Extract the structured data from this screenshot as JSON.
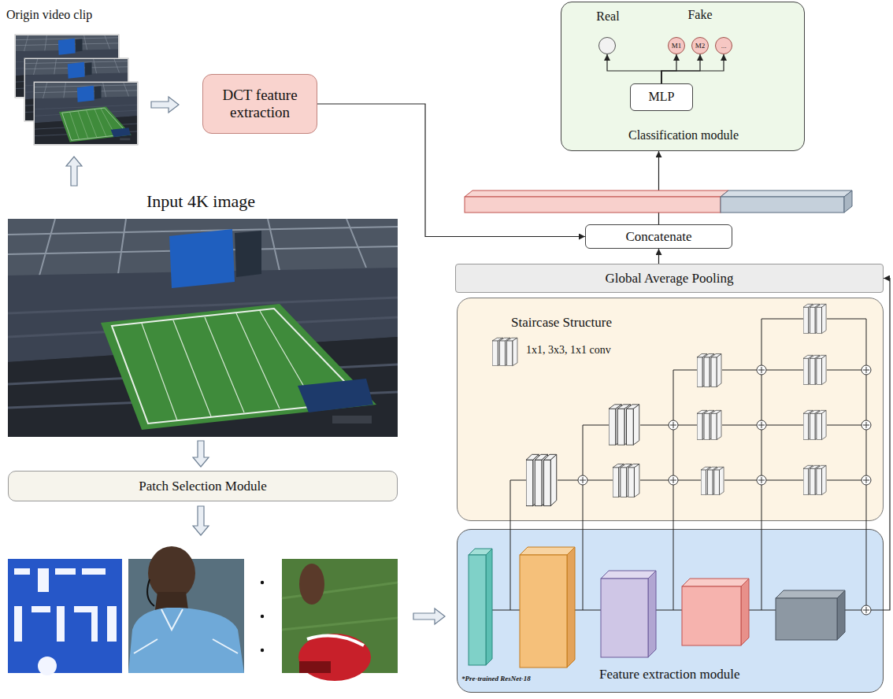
{
  "diagram": {
    "nodes": [
      {
        "text": [
          "Classification module"
        ]
      },
      {
        "text": [
          "Real"
        ],
        "in": 0
      },
      {
        "text": [
          "M1"
        ],
        "in": 0
      },
      {
        "text": [
          "M2"
        ],
        "in": 0
      },
      {
        "text": [
          "..."
        ],
        "in": 0
      },
      {
        "text": [
          "MLP"
        ],
        "in": 0
      },
      {
        "text": [
          "DCT feature extraction"
        ]
      },
      {
        "text": [
          "Concatenate"
        ]
      },
      {
        "text": [
          "Global Average Pooling"
        ]
      },
      {
        "text": [
          "Staircase Structure"
        ]
      },
      {
        "text": [
          "Feature extraction module"
        ]
      },
      {
        "text": [
          "Patch Selection Module"
        ]
      }
    ],
    "edges": [
      {
        "from": 5,
        "to": 1,
        "arrow": "to"
      },
      {
        "from": 5,
        "to": 2,
        "arrow": "to"
      },
      {
        "from": 5,
        "to": 3,
        "arrow": "to"
      },
      {
        "from": 5,
        "to": 4,
        "arrow": "to"
      },
      {
        "from": 6,
        "to": 7,
        "arrow": "to"
      },
      {
        "from": 8,
        "to": 7,
        "arrow": "to"
      },
      {
        "from": 7,
        "to": 0,
        "arrow": "to"
      },
      {
        "from": 10,
        "to": 8,
        "arrow": "to"
      }
    ],
    "labels": [
      "Origin video clip",
      "Input 4K image",
      "Fake",
      "*Pre-trained ResNet-18"
    ],
    "legend": [
      {
        "text": "1x1, 3x3, 1x1 conv"
      }
    ]
  }
}
